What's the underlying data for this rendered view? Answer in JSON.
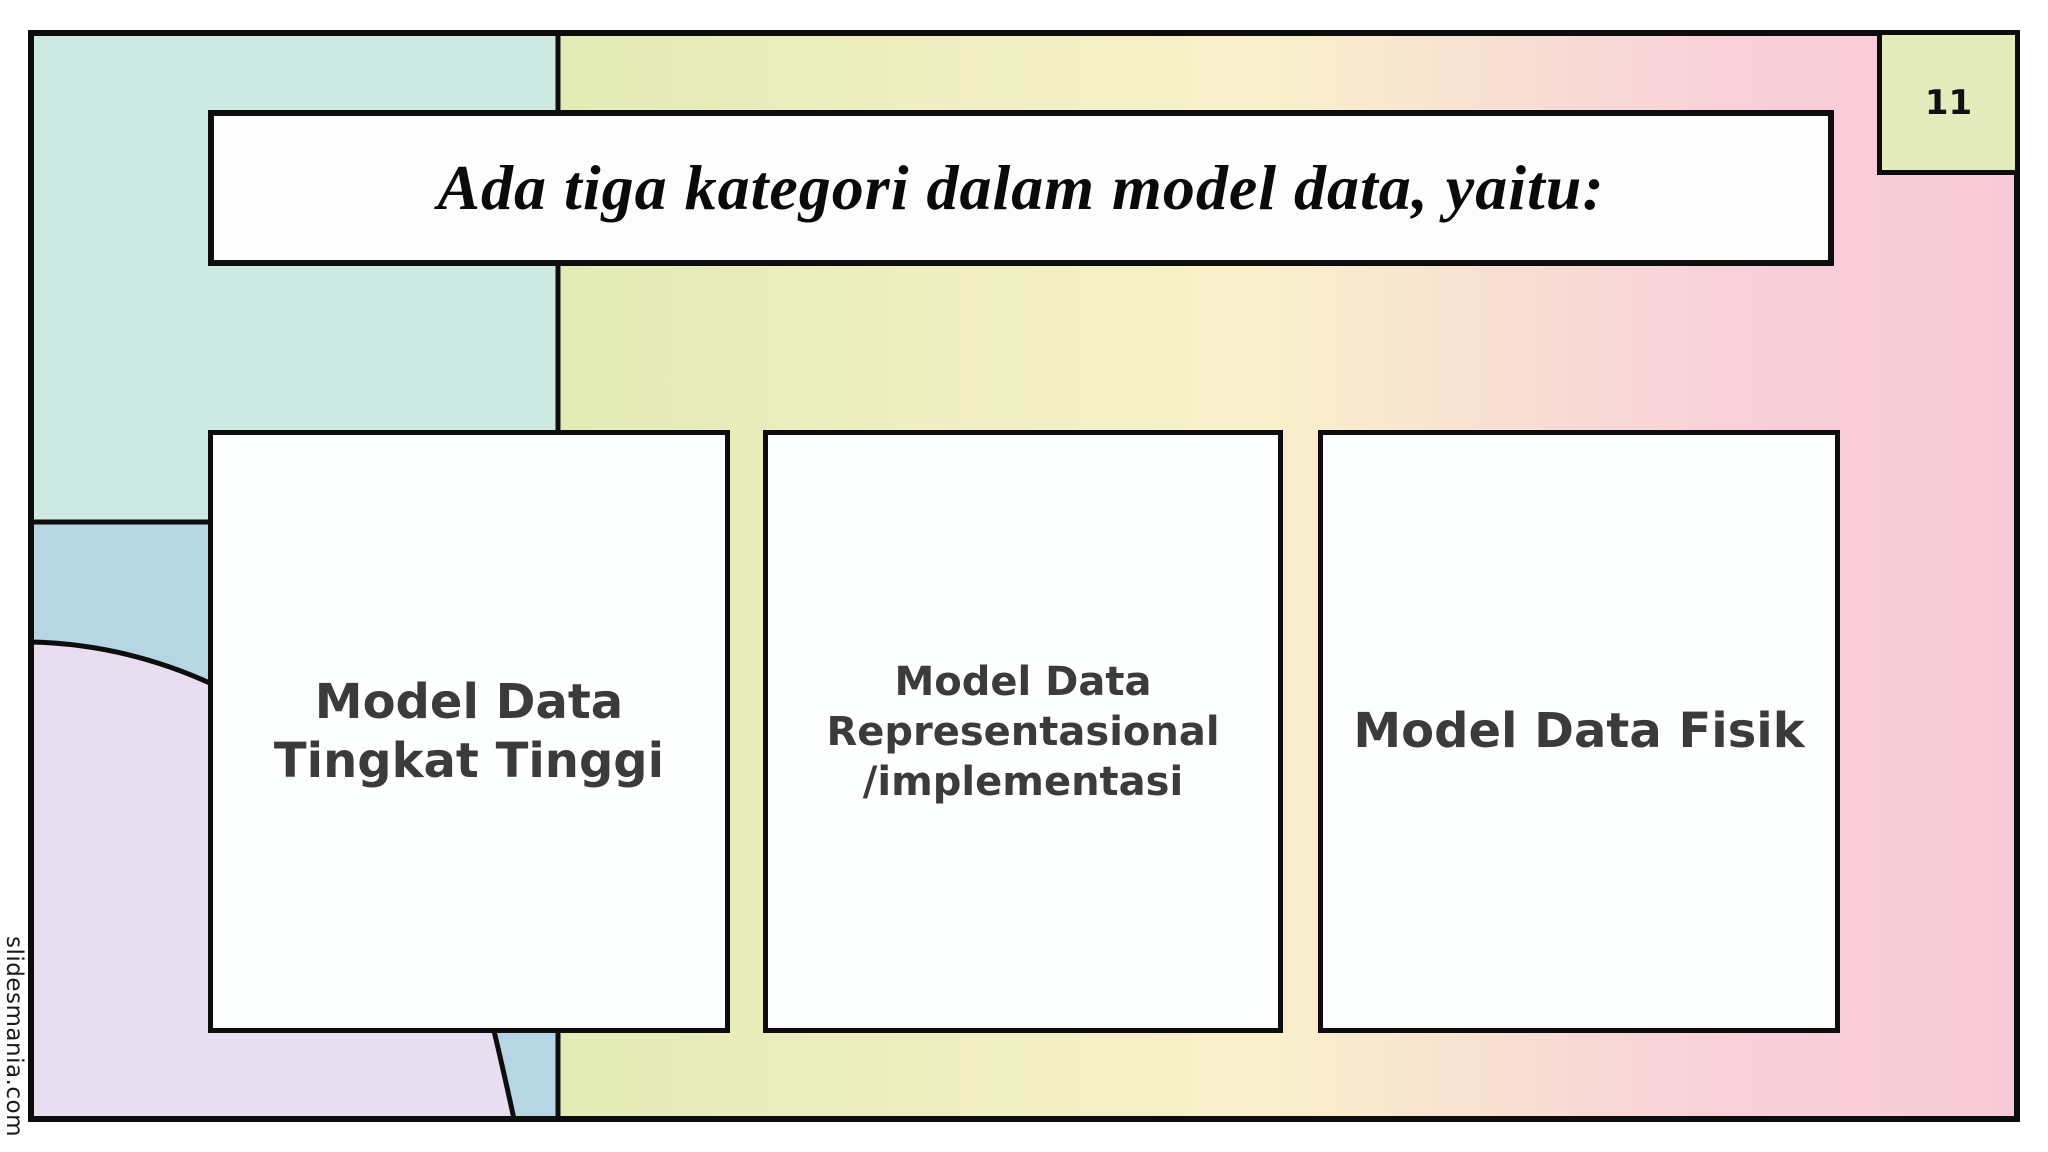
{
  "page_number": "11",
  "title": "Ada tiga kategori dalam model data, yaitu:",
  "cards": [
    {
      "label": "Model Data\nTingkat Tinggi"
    },
    {
      "label": "Model Data\nRepresentasional\n/implementasi"
    },
    {
      "label": "Model Data Fisik"
    }
  ],
  "watermark": "slidesmania.com",
  "colors": {
    "teal": "#cde9e2",
    "blue": "#b7d6e4",
    "lavender": "#e8def0",
    "gradient_green": "#e3ecb6",
    "gradient_cream": "#f9f0cb",
    "gradient_pink": "#f8cfda",
    "gradient_pink_deep": "#f7cad8",
    "badge_green": "#e4ecbd",
    "card_text": "#3b3b3b",
    "outline": "#0d0d0d"
  }
}
